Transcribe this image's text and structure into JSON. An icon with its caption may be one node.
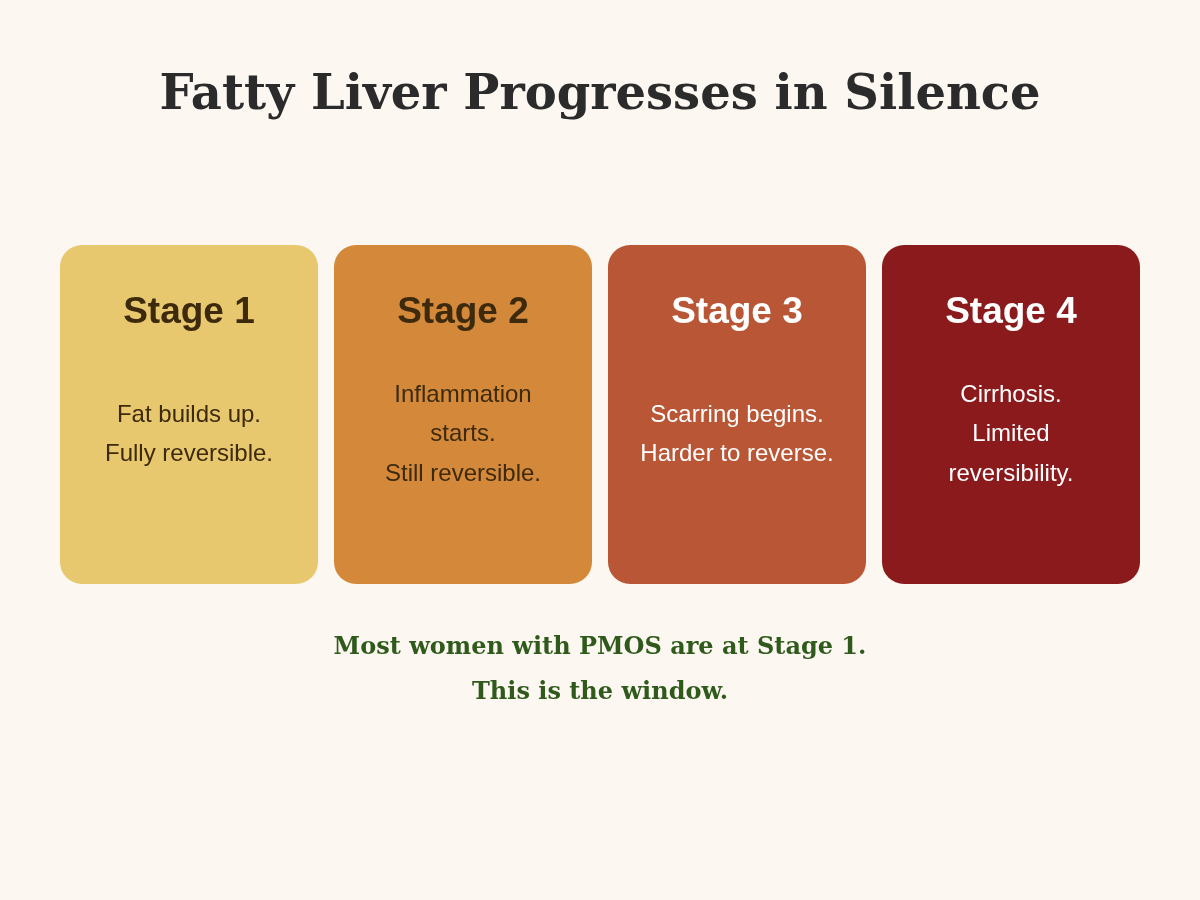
{
  "diagram": {
    "title": "Fatty Liver Progresses in Silence",
    "nodes": [
      {
        "text": [
          "Stage 1",
          "Fat builds up.",
          "Fully reversible."
        ]
      },
      {
        "text": [
          "Stage 2",
          "Inflammation starts.",
          "Still reversible."
        ]
      },
      {
        "text": [
          "Stage 3",
          "Scarring begins.",
          "Harder to reverse."
        ]
      },
      {
        "text": [
          "Stage 4",
          "Cirrhosis.",
          "Limited reversibility."
        ]
      }
    ],
    "labels": [
      "Most women with PMOS are at Stage 1.",
      "This is the window."
    ]
  }
}
